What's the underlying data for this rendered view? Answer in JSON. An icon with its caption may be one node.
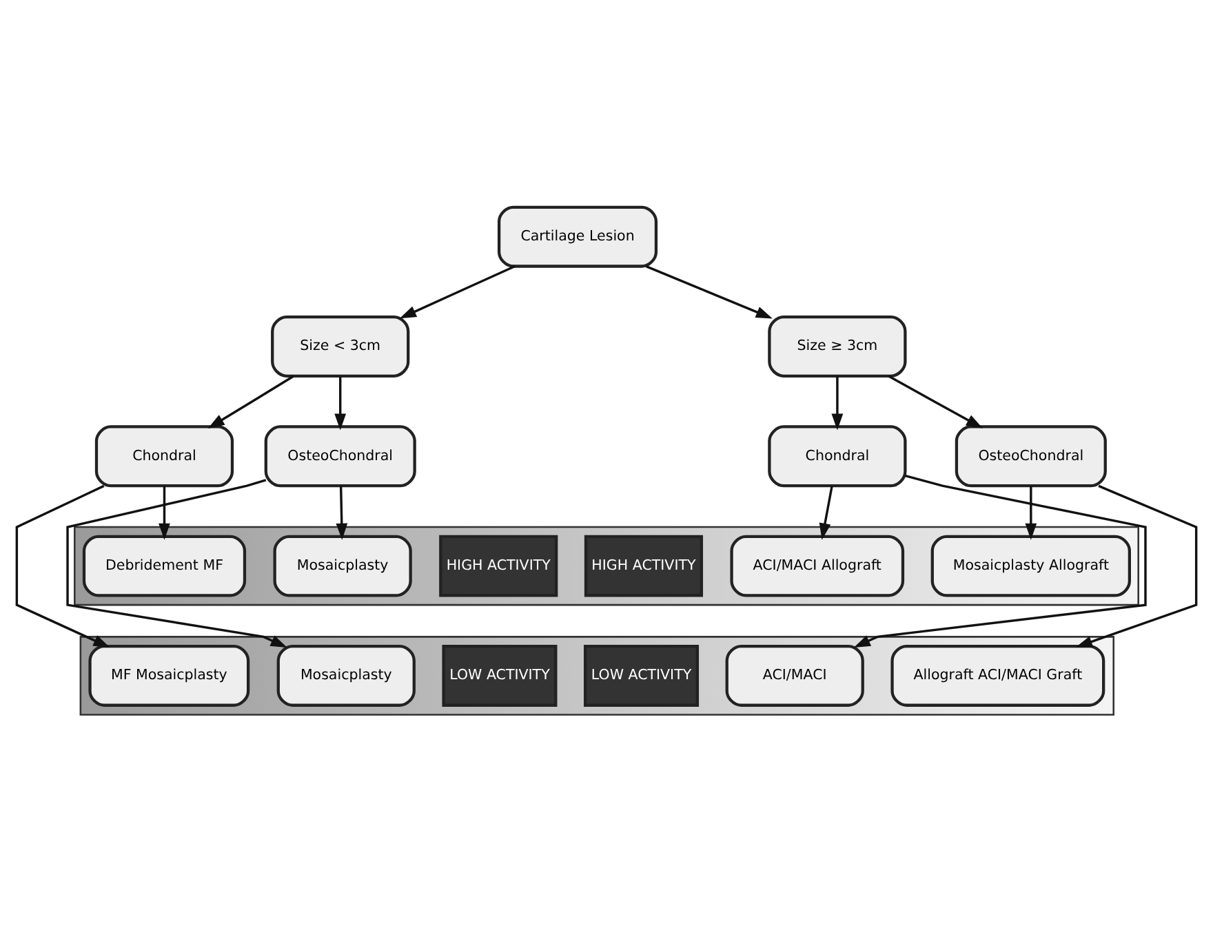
{
  "diagram": {
    "nodes": [
      {
        "text": [
          "Cartilage Lesion"
        ]
      },
      {
        "text": [
          "Size < 3cm"
        ]
      },
      {
        "text": [
          "Size ≥ 3cm"
        ]
      },
      {
        "text": [
          "Chondral"
        ]
      },
      {
        "text": [
          "OsteoChondral"
        ]
      },
      {
        "text": [
          "Chondral"
        ]
      },
      {
        "text": [
          "OsteoChondral"
        ]
      },
      {
        "text": [
          "HIGH ACTIVITY",
          "HIGH ACTIVITY"
        ]
      },
      {
        "text": [
          "Debridement MF"
        ],
        "in": 7
      },
      {
        "text": [
          "Mosaicplasty"
        ],
        "in": 7
      },
      {
        "text": [
          "ACI/MACI Allograft"
        ],
        "in": 7
      },
      {
        "text": [
          "Mosaicplasty Allograft"
        ],
        "in": 7
      },
      {
        "text": [
          "LOW ACTIVITY",
          "LOW ACTIVITY"
        ]
      },
      {
        "text": [
          "MF Mosaicplasty"
        ],
        "in": 12
      },
      {
        "text": [
          "Mosaicplasty"
        ],
        "in": 12
      },
      {
        "text": [
          "ACI/MACI"
        ],
        "in": 12
      },
      {
        "text": [
          "Allograft ACI/MACI Graft"
        ],
        "in": 12
      }
    ],
    "edges": [
      {
        "from": 0,
        "to": 1,
        "arrow": "to"
      },
      {
        "from": 0,
        "to": 2,
        "arrow": "to"
      },
      {
        "from": 1,
        "to": 3,
        "arrow": "to"
      },
      {
        "from": 1,
        "to": 4,
        "arrow": "to"
      },
      {
        "from": 2,
        "to": 5,
        "arrow": "to"
      },
      {
        "from": 2,
        "to": 6,
        "arrow": "to"
      },
      {
        "from": 3,
        "to": 8,
        "arrow": "to"
      },
      {
        "from": 3,
        "to": 13,
        "arrow": "to"
      },
      {
        "from": 4,
        "to": 9,
        "arrow": "to"
      },
      {
        "from": 4,
        "to": 14,
        "arrow": "to"
      },
      {
        "from": 5,
        "to": 10,
        "arrow": "to"
      },
      {
        "from": 5,
        "to": 15,
        "arrow": "to"
      },
      {
        "from": 6,
        "to": 11,
        "arrow": "to"
      },
      {
        "from": 6,
        "to": 16,
        "arrow": "to"
      }
    ]
  }
}
